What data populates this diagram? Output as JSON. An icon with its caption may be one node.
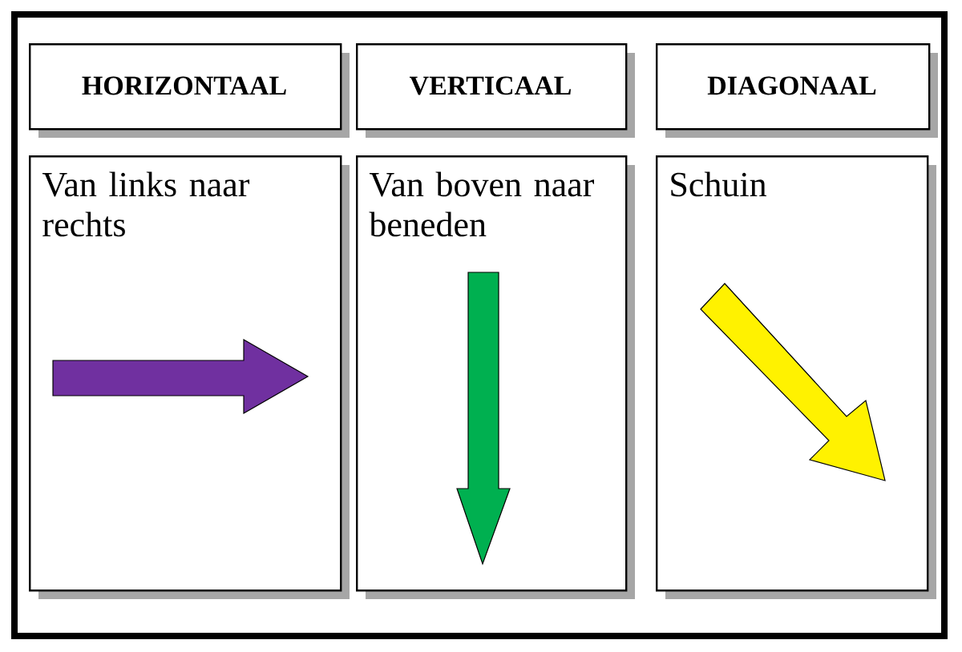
{
  "diagram": {
    "nodes": [
      {
        "text": [
          "HORIZONTAAL"
        ]
      },
      {
        "text": [
          "VERTICAAL"
        ]
      },
      {
        "text": [
          "DIAGONAAL"
        ]
      },
      {
        "text": [
          "Van links naar rechts"
        ]
      },
      {
        "text": [
          "Van boven naar beneden"
        ]
      },
      {
        "text": [
          "Schuin"
        ]
      }
    ]
  }
}
